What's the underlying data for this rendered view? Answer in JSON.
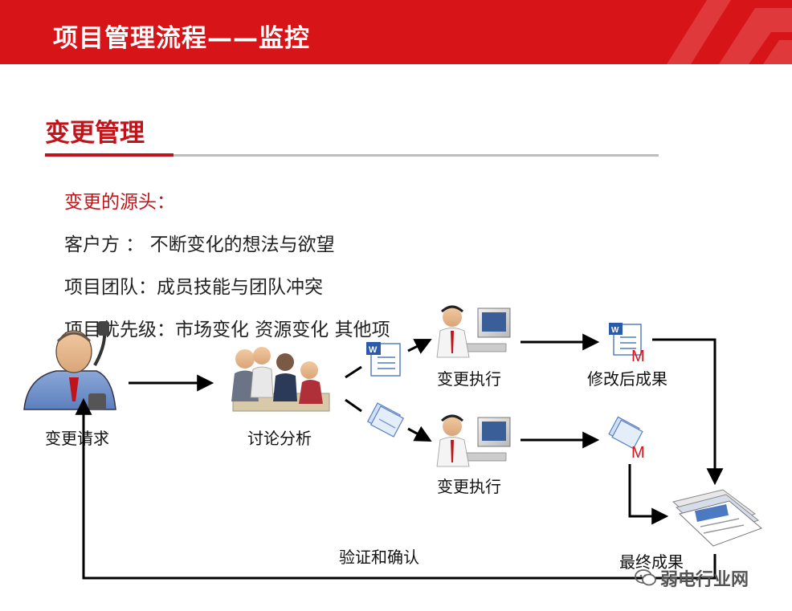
{
  "header": {
    "title": "项目管理流程——监控"
  },
  "section": {
    "title": "变更管理"
  },
  "bullets": [
    {
      "text": "变更的源头："
    },
    {
      "text": "客户方 ： 不断变化的想法与欲望"
    },
    {
      "text": "项目团队：成员技能与团队冲突"
    },
    {
      "text": "项目优先级：市场变化   资源变化  其他项"
    }
  ],
  "flow": {
    "request": "变更请求",
    "discuss": "讨论分析",
    "execute_top": "变更执行",
    "execute_bottom": "变更执行",
    "modified": "修改后成果",
    "final": "最终成果",
    "verify": "验证和确认",
    "doc_mark_top": "M",
    "doc_mark_bottom": "M",
    "word_glyph": "W"
  },
  "watermark": {
    "text": "弱电行业网"
  },
  "colors": {
    "brand_red": "#d71418",
    "accent_red": "#c0141a",
    "rule_gray": "#bdbdbd"
  }
}
